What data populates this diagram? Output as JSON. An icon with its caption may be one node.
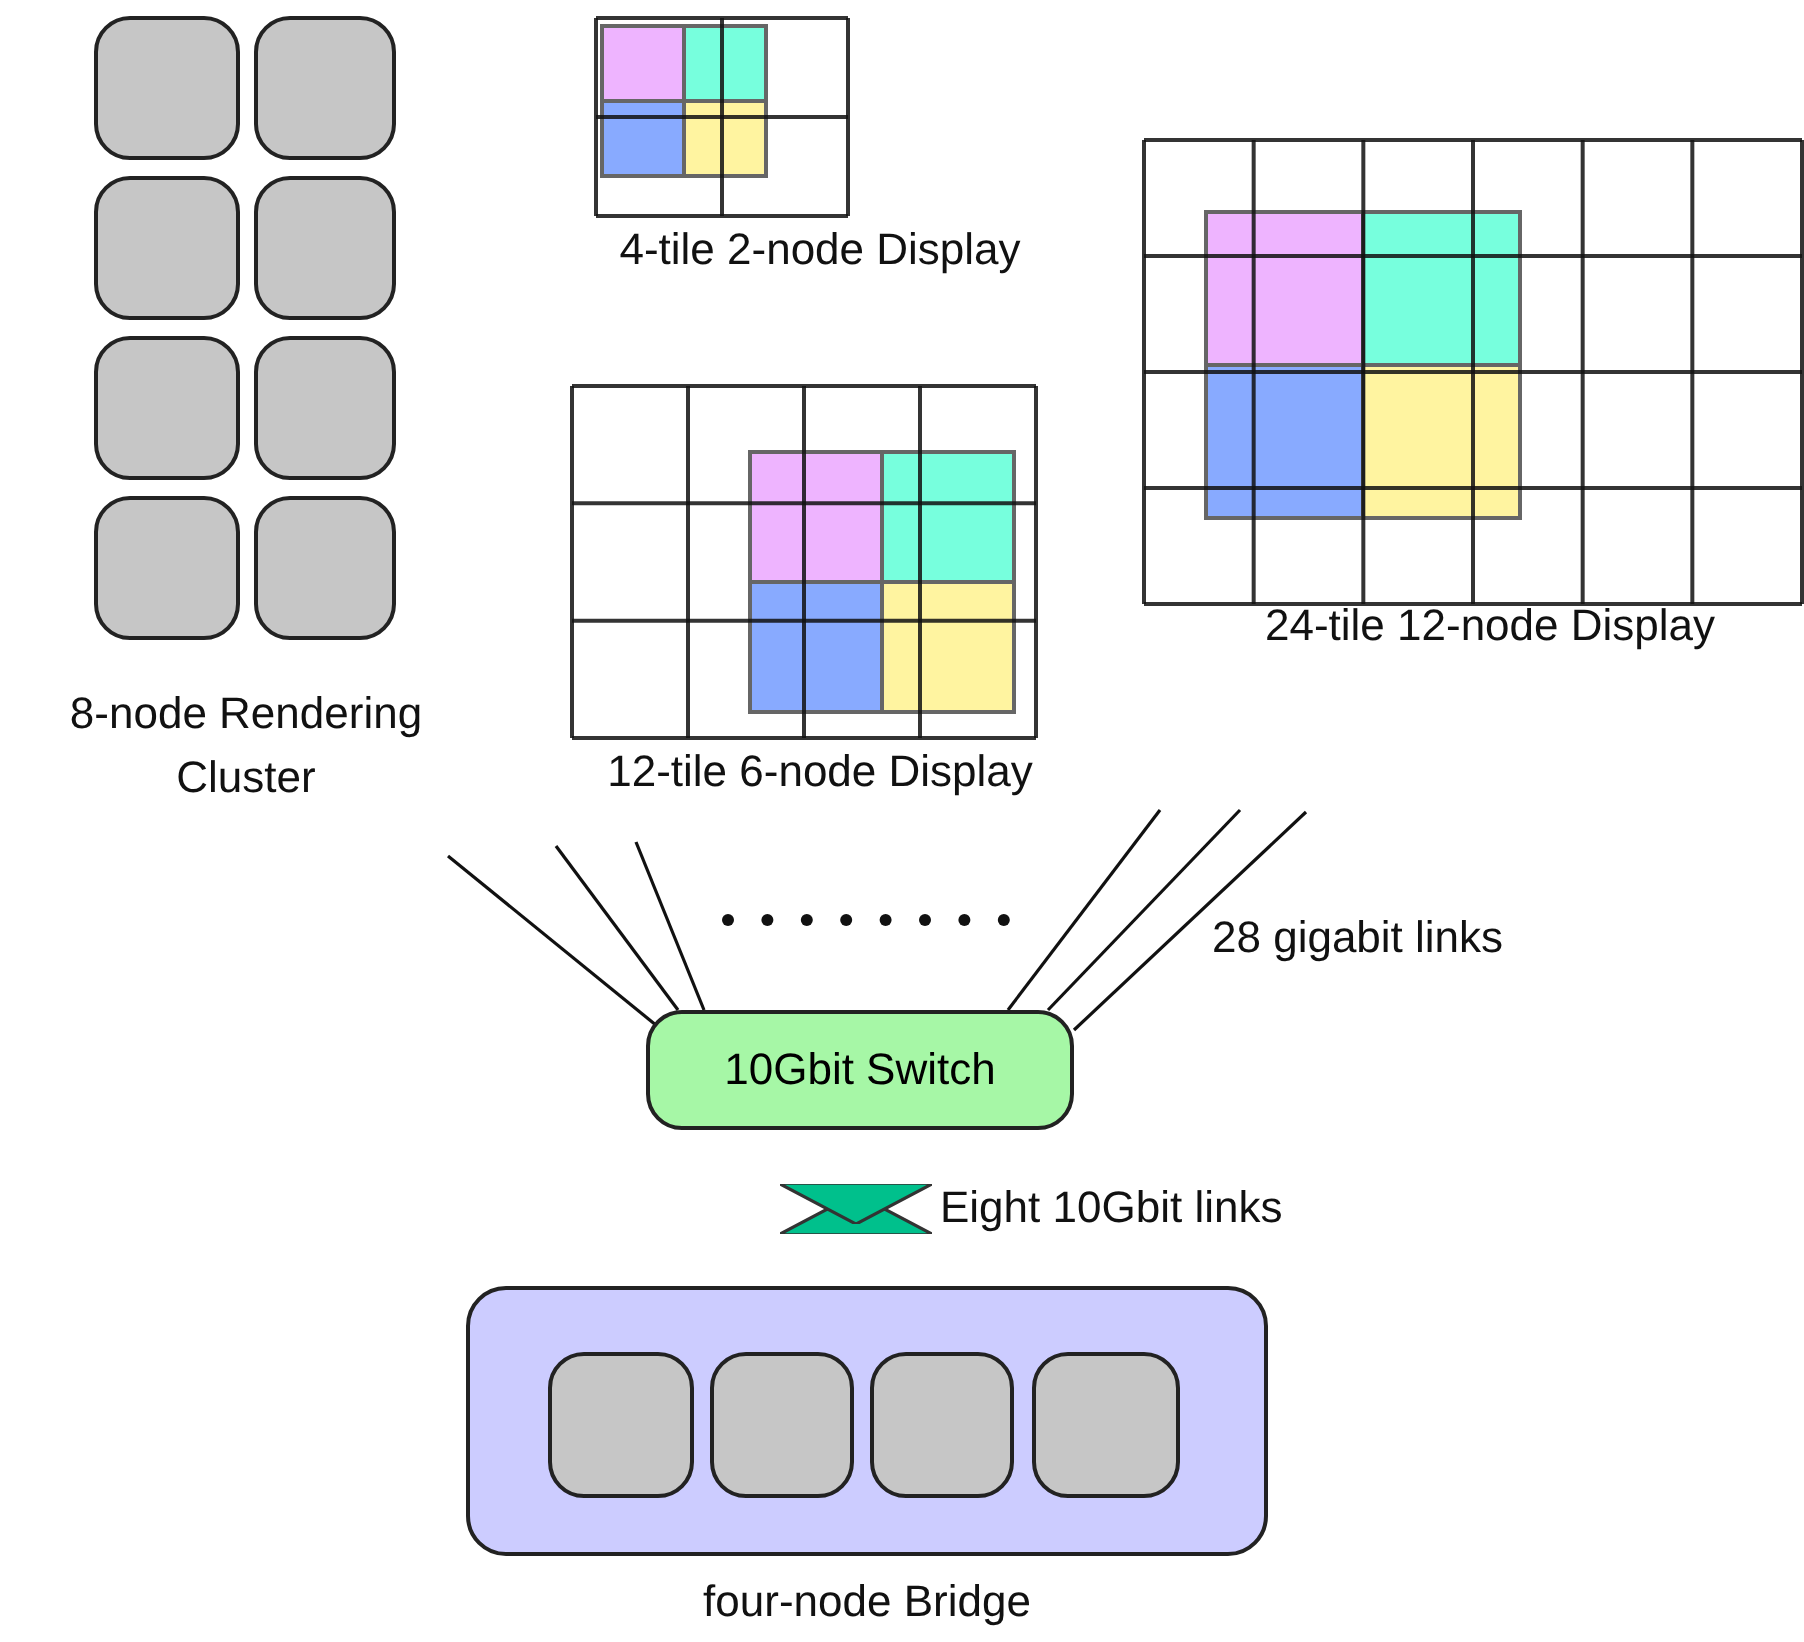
{
  "diagram": {
    "nodes": [
      {
        "text": [],
        "shape": "box"
      },
      {
        "text": [],
        "shape": "box"
      },
      {
        "text": [],
        "shape": "box"
      },
      {
        "text": [],
        "shape": "box"
      },
      {
        "text": [],
        "shape": "box"
      },
      {
        "text": [],
        "shape": "box"
      },
      {
        "text": [],
        "shape": "box"
      },
      {
        "text": [],
        "shape": "box"
      },
      {
        "text": [
          "4-tile 2-node Display"
        ]
      },
      {
        "text": [
          "12-tile 6-node Display"
        ]
      },
      {
        "text": [
          "24-tile 12-node Display"
        ]
      },
      {
        "text": [
          "10Gbit Switch"
        ]
      },
      {
        "text": [
          "four-node Bridge"
        ]
      },
      {
        "text": [],
        "shape": "box",
        "in": 12
      },
      {
        "text": [],
        "shape": "box",
        "in": 12
      },
      {
        "text": [],
        "shape": "box",
        "in": 12
      },
      {
        "text": [],
        "shape": "box",
        "in": 12
      }
    ],
    "edges": [
      {
        "from": null,
        "to": 11,
        "arrow": "none"
      },
      {
        "from": null,
        "to": 11,
        "arrow": "none"
      },
      {
        "from": null,
        "to": 11,
        "arrow": "none"
      },
      {
        "from": null,
        "to": 11,
        "arrow": "none"
      },
      {
        "from": null,
        "to": 11,
        "arrow": "none"
      },
      {
        "from": null,
        "to": 11,
        "arrow": "none"
      },
      {
        "from": 11,
        "to": 12,
        "arrow": "both",
        "label": "Eight 10Gbit links",
        "style": "thick",
        "color": "#00c08c"
      }
    ],
    "labels": [
      "8-node Rendering Cluster",
      "28 gigabit links"
    ]
  }
}
